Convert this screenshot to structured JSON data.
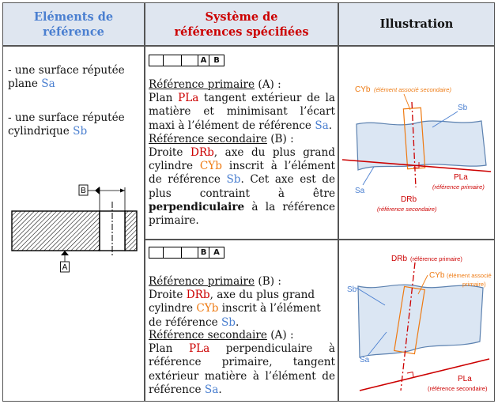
{
  "headers": {
    "col1": "Eléments de référence",
    "col2": "Système de références spécifiées",
    "col3": "Illustration"
  },
  "colors": {
    "header_bg": "#dfe6f0",
    "blue": "#4a7fd0",
    "red": "#cc0000",
    "orange": "#ee7a12"
  },
  "elements": {
    "item1_text": "- une surface réputée plane",
    "item1_ref": "Sa",
    "item2_text": "- une surface réputée cylindrique",
    "item2_ref": "Sb",
    "drawing_label_b": "B",
    "drawing_label_a": "A"
  },
  "row1": {
    "frame": [
      "",
      "",
      "",
      "A",
      "B"
    ],
    "primary_title": "Référence primaire",
    "primary_suffix": " (A) :",
    "primary_t1": "Plan ",
    "primary_pla": "PLa",
    "primary_t2": " tangent extérieur de la matière et minimisant l’écart maxi à l’élément de référence ",
    "primary_sa": "Sa",
    "primary_end": ".",
    "secondary_title": "Référence secondaire",
    "secondary_suffix": " (B) :",
    "sec_t1": "Droite ",
    "sec_drb": "DRb",
    "sec_t2": ", axe du plus grand cylindre ",
    "sec_cyb": "CYb",
    "sec_t3": " inscrit à l’élément de référence ",
    "sec_sb": "Sb",
    "sec_t4": ". Cet axe est de plus contraint à être ",
    "sec_bold": "perpendiculaire",
    "sec_t5": " à la référence primaire."
  },
  "row2": {
    "frame": [
      "",
      "",
      "",
      "B",
      "A"
    ],
    "primary_title": "Référence primaire",
    "primary_suffix": " (B) :",
    "p_t1": "Droite ",
    "p_drb": "DRb",
    "p_t2": ", axe du plus grand cylindre ",
    "p_cyb": "CYb",
    "p_t3": " inscrit à l’élément de référence ",
    "p_sb": "Sb",
    "p_end": ".",
    "secondary_title": "Référence secondaire",
    "secondary_suffix": " (A) :",
    "s_t1": "Plan ",
    "s_pla": "PLa",
    "s_t2": " perpendiculaire à référence primaire, tangent extérieur matière à l’élément de référence ",
    "s_sa": "Sa",
    "s_end": "."
  },
  "illustration1": {
    "cyb": "CYb",
    "cyb_note": "(élément associé secondaire)",
    "sb": "Sb",
    "sa": "Sa",
    "pla": "PLa",
    "pla_note": "(référence primaire)",
    "drb": "DRb",
    "drb_note": "(référence secondaire)"
  },
  "illustration2": {
    "drb": "DRb",
    "drb_note": "(référence primaire)",
    "cyb": "CYb",
    "cyb_note1": "(élément associé",
    "cyb_note2": "primaire)",
    "sb": "Sb",
    "sa": "Sa",
    "pla": "PLa",
    "pla_note": "(référence secondaire)"
  }
}
